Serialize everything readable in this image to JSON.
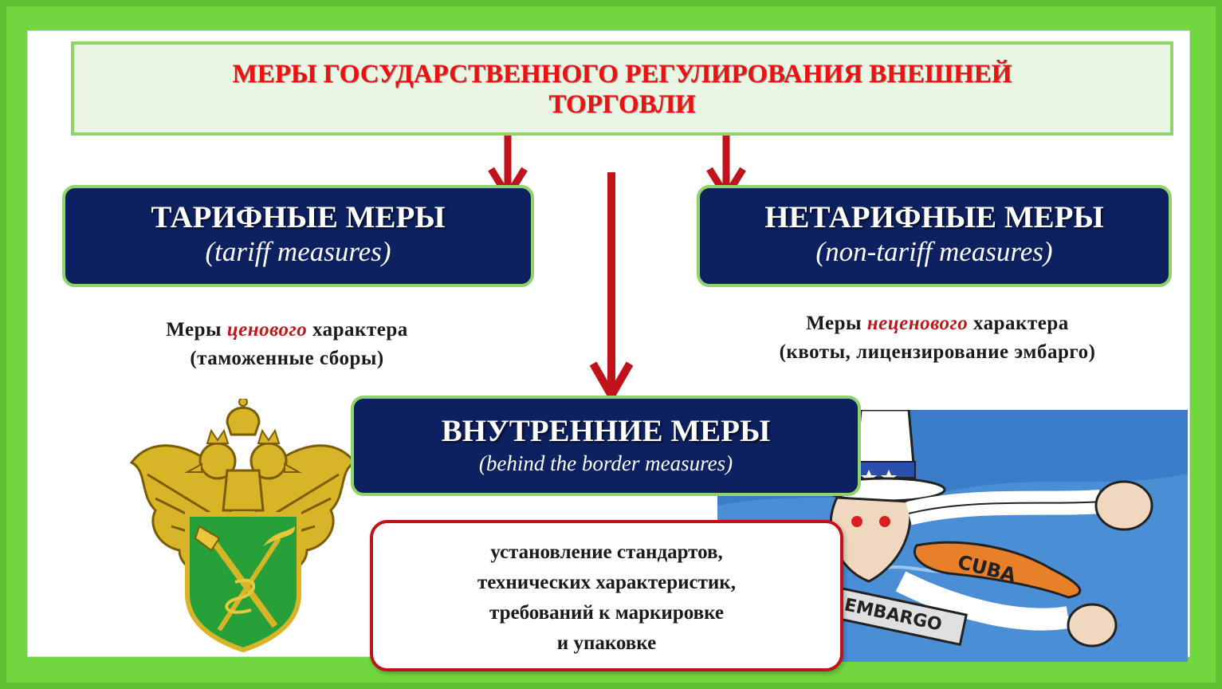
{
  "title": {
    "line1": "МЕРЫ ГОСУДАРСТВЕННОГО РЕГУЛИРОВАНИЯ ВНЕШНЕЙ",
    "line2": "ТОРГОВЛИ"
  },
  "tariff": {
    "title": "ТАРИФНЫЕ МЕРЫ",
    "subtitle": "(tariff measures)",
    "desc_prefix": "Меры ",
    "desc_emph": "ценового",
    "desc_suffix": " характера",
    "desc_line2": "(таможенные сборы)"
  },
  "nontariff": {
    "title": "НЕТАРИФНЫЕ МЕРЫ",
    "subtitle": "(non-tariff measures)",
    "desc_prefix": "Меры ",
    "desc_emph": "неценового",
    "desc_suffix": " характера",
    "desc_line2": "(квоты, лицензирование эмбарго)"
  },
  "inner": {
    "title": "ВНУТРЕННИЕ МЕРЫ",
    "subtitle": "(behind the border measures)",
    "items": [
      "установление стандартов,",
      "технических характеристик,",
      "требований к маркировке",
      "и упаковке"
    ]
  },
  "cartoon": {
    "country_label": "CUBA",
    "embargo_label": "EMBARGO"
  },
  "colors": {
    "frame_green": "#72d63f",
    "box_navy": "#0d2060",
    "arrow_red": "#c0121a",
    "title_red": "#ee1111"
  }
}
